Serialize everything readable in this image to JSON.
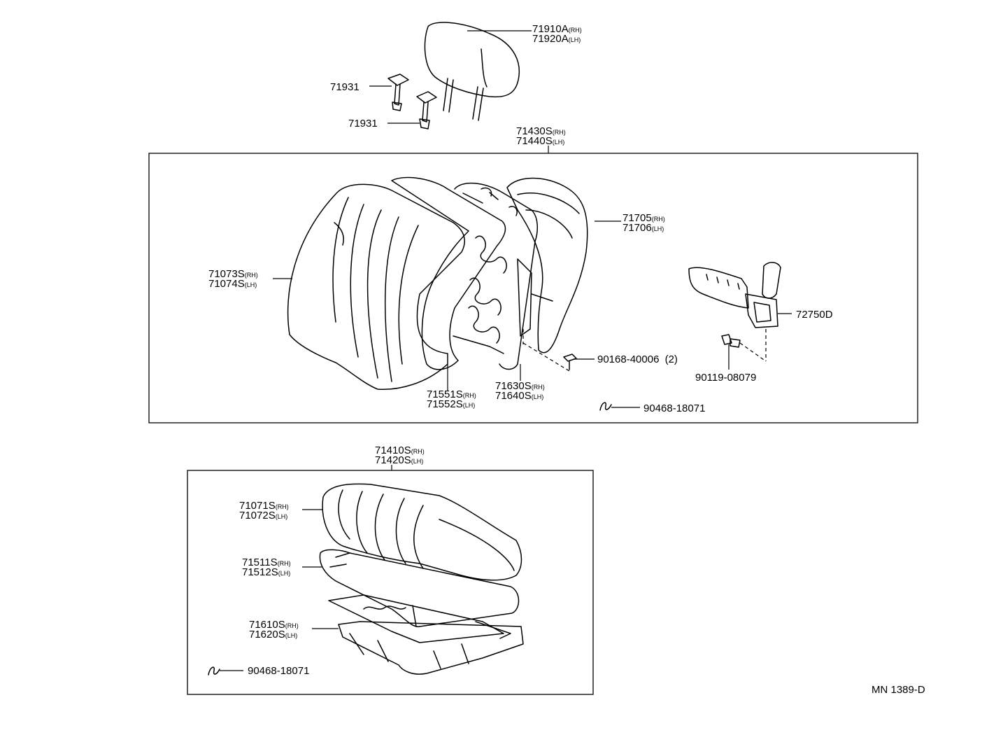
{
  "callouts": [
    {
      "id": "headrest",
      "parts": [
        {
          "number": "71910A",
          "side": "(RH)"
        },
        {
          "number": "71920A",
          "side": "(LH)"
        }
      ]
    },
    {
      "id": "support-upper",
      "parts": [
        {
          "number": "71931",
          "side": ""
        }
      ]
    },
    {
      "id": "support-lower",
      "parts": [
        {
          "number": "71931",
          "side": ""
        }
      ]
    },
    {
      "id": "back-assembly",
      "parts": [
        {
          "number": "71430S",
          "side": "(RH)"
        },
        {
          "number": "71440S",
          "side": "(LH)"
        }
      ]
    },
    {
      "id": "back-cover",
      "parts": [
        {
          "number": "71073S",
          "side": "(RH)"
        },
        {
          "number": "71074S",
          "side": "(LH)"
        }
      ]
    },
    {
      "id": "back-pad",
      "parts": [
        {
          "number": "71551S",
          "side": "(RH)"
        },
        {
          "number": "71552S",
          "side": "(LH)"
        }
      ]
    },
    {
      "id": "back-frame",
      "parts": [
        {
          "number": "71630S",
          "side": "(RH)"
        },
        {
          "number": "71640S",
          "side": "(LH)"
        }
      ]
    },
    {
      "id": "back-board",
      "parts": [
        {
          "number": "71705",
          "side": "(RH)"
        },
        {
          "number": "71706",
          "side": "(LH)"
        }
      ]
    },
    {
      "id": "lumbar-adjuster",
      "parts": [
        {
          "number": "72750D",
          "side": ""
        }
      ]
    },
    {
      "id": "screw",
      "parts": [
        {
          "number": "90168-40006",
          "side": "(2)"
        }
      ]
    },
    {
      "id": "bolt",
      "parts": [
        {
          "number": "90119-08079",
          "side": ""
        }
      ]
    },
    {
      "id": "hog-ring-back",
      "parts": [
        {
          "number": "90468-18071",
          "side": ""
        }
      ]
    },
    {
      "id": "cushion-assembly",
      "parts": [
        {
          "number": "71410S",
          "side": "(RH)"
        },
        {
          "number": "71420S",
          "side": "(LH)"
        }
      ]
    },
    {
      "id": "cushion-cover",
      "parts": [
        {
          "number": "71071S",
          "side": "(RH)"
        },
        {
          "number": "71072S",
          "side": "(LH)"
        }
      ]
    },
    {
      "id": "cushion-pad",
      "parts": [
        {
          "number": "71511S",
          "side": "(RH)"
        },
        {
          "number": "71512S",
          "side": "(LH)"
        }
      ]
    },
    {
      "id": "cushion-frame",
      "parts": [
        {
          "number": "71610S",
          "side": "(RH)"
        },
        {
          "number": "71620S",
          "side": "(LH)"
        }
      ]
    },
    {
      "id": "hog-ring-cushion",
      "parts": [
        {
          "number": "90468-18071",
          "side": ""
        }
      ]
    }
  ],
  "drawing_code": "MN 1389-D"
}
